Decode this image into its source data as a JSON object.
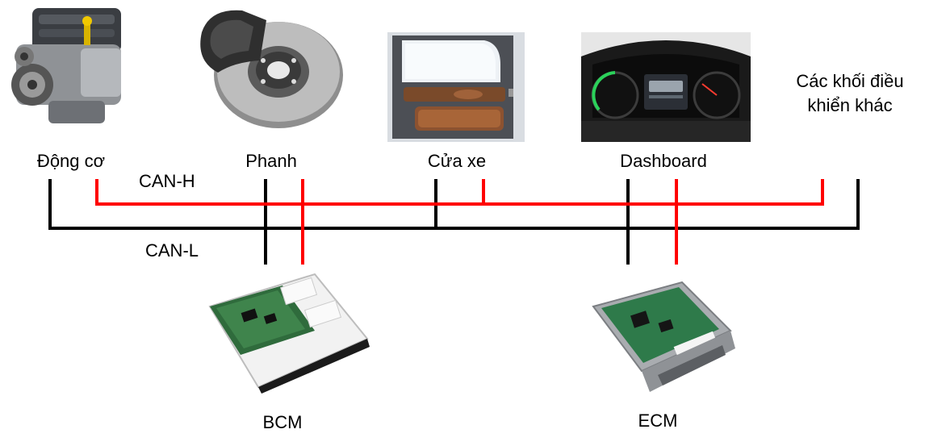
{
  "nodes": {
    "engine": "Động cơ",
    "brake": "Phanh",
    "door": "Cửa xe",
    "dashboard": "Dashboard",
    "other_line1": "Các khối điều",
    "other_line2": "khiển khác",
    "bcm": "BCM",
    "ecm": "ECM"
  },
  "buses": {
    "can_h": "CAN-H",
    "can_l": "CAN-L"
  },
  "colors": {
    "can_h": "#ff0000",
    "can_l": "#000000"
  },
  "icons": [
    "engine-photo",
    "brake-disc-photo",
    "car-door-photo",
    "dashboard-photo",
    "bcm-module-photo",
    "ecm-module-photo"
  ]
}
